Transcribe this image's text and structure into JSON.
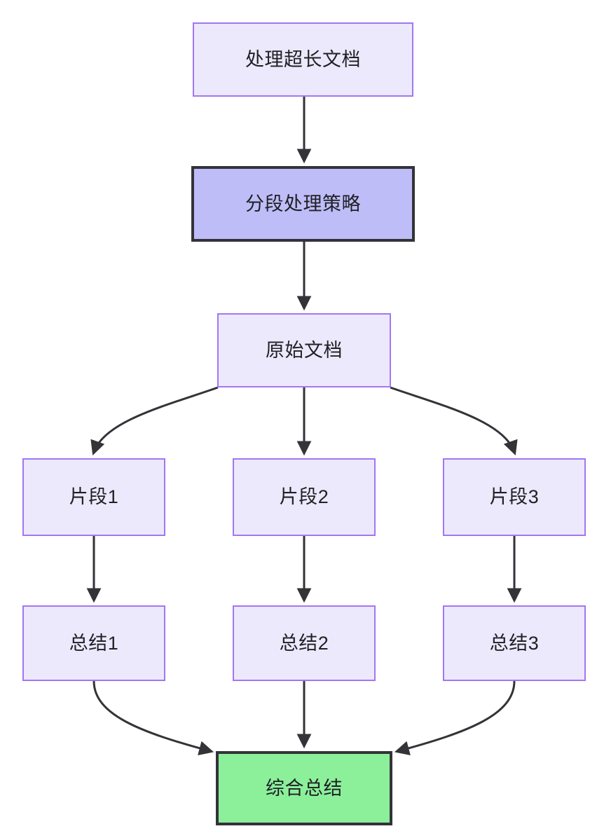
{
  "diagram": {
    "type": "flowchart",
    "direction": "top-down",
    "background": "#ffffff",
    "palette": {
      "node_fill": "#ece9fd",
      "node_border": "#a277f0",
      "strategy_fill": "#bfbdf8",
      "strategy_border": "#333338",
      "final_fill": "#8cf09b",
      "final_border": "#333338",
      "edge_color": "#333338",
      "text_color": "#1f2024"
    },
    "nodes": [
      {
        "id": "doc",
        "label": "处理超长文档",
        "style": "normal"
      },
      {
        "id": "strategy",
        "label": "分段处理策略",
        "style": "strategy"
      },
      {
        "id": "source",
        "label": "原始文档",
        "style": "normal"
      },
      {
        "id": "chunk1",
        "label": "片段1",
        "style": "normal"
      },
      {
        "id": "chunk2",
        "label": "片段2",
        "style": "normal"
      },
      {
        "id": "chunk3",
        "label": "片段3",
        "style": "normal"
      },
      {
        "id": "summary1",
        "label": "总结1",
        "style": "normal"
      },
      {
        "id": "summary2",
        "label": "总结2",
        "style": "normal"
      },
      {
        "id": "summary3",
        "label": "总结3",
        "style": "normal"
      },
      {
        "id": "final",
        "label": "综合总结",
        "style": "final"
      }
    ],
    "edges": [
      {
        "from": "doc",
        "to": "strategy",
        "shape": "straight"
      },
      {
        "from": "strategy",
        "to": "source",
        "shape": "straight"
      },
      {
        "from": "source",
        "to": "chunk1",
        "shape": "curved"
      },
      {
        "from": "source",
        "to": "chunk2",
        "shape": "straight"
      },
      {
        "from": "source",
        "to": "chunk3",
        "shape": "curved"
      },
      {
        "from": "chunk1",
        "to": "summary1",
        "shape": "straight"
      },
      {
        "from": "chunk2",
        "to": "summary2",
        "shape": "straight"
      },
      {
        "from": "chunk3",
        "to": "summary3",
        "shape": "straight"
      },
      {
        "from": "summary1",
        "to": "final",
        "shape": "curved"
      },
      {
        "from": "summary2",
        "to": "final",
        "shape": "straight"
      },
      {
        "from": "summary3",
        "to": "final",
        "shape": "curved"
      }
    ]
  }
}
